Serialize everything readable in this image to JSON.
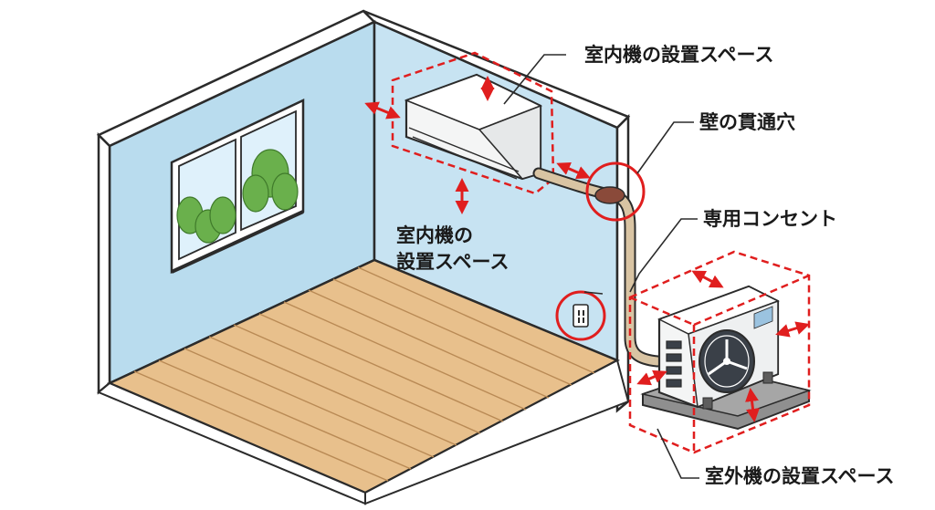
{
  "labels": {
    "indoor_space_top": "室内機の設置スペース",
    "wall_hole": "壁の貫通穴",
    "dedicated_outlet": "専用コンセント",
    "indoor_space_mid_line1": "室内機の",
    "indoor_space_mid_line2": "設置スペース",
    "outdoor_space": "室外機の設置スペース"
  },
  "colors": {
    "wall": "#b9dcee",
    "wall_outline": "#2b2b2b",
    "wall_top": "#ffffff",
    "floor": "#e8c08c",
    "floor_line": "#b98a55",
    "highlight": "#e01e1e",
    "pipe": "#d9c4a3",
    "unit": "#f4f5f5",
    "outdoor_base": "#8f8f8f",
    "window_sky": "#dff1fb",
    "tree": "#6ab04c"
  },
  "icons": [
    "window-icon",
    "indoor-unit-icon",
    "outdoor-unit-icon",
    "outlet-icon",
    "pipe-icon",
    "clearance-arrow-icon"
  ]
}
